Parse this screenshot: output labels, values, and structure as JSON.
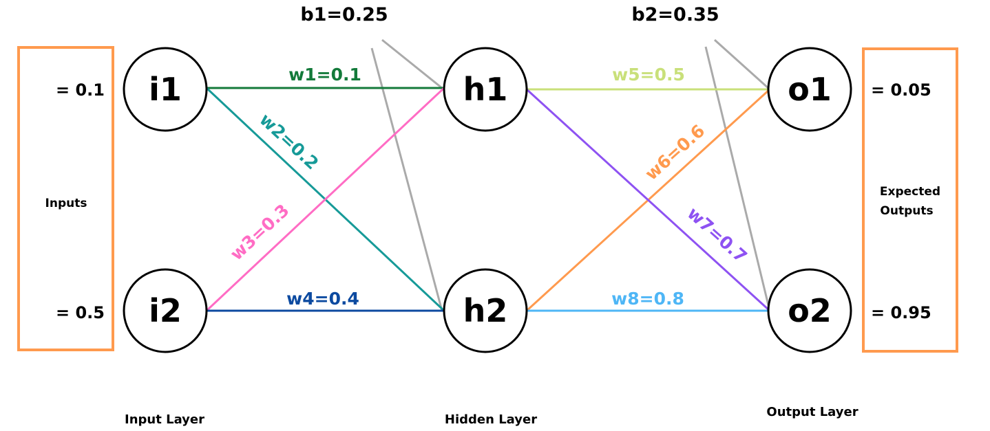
{
  "nodes": {
    "i1": "i1",
    "i2": "i2",
    "h1": "h1",
    "h2": "h2",
    "o1": "o1",
    "o2": "o2"
  },
  "weights": {
    "w1": "w1=0.1",
    "w2": "w2=0.2",
    "w3": "w3=0.3",
    "w4": "w4=0.4",
    "w5": "w5=0.5",
    "w6": "w6=0.6",
    "w7": "w7=0.7",
    "w8": "w8=0.8"
  },
  "biases": {
    "b1": "b1=0.25",
    "b2": "b2=0.35"
  },
  "inputs": {
    "label": "Inputs",
    "i1_value": "= 0.1",
    "i2_value": "= 0.5"
  },
  "outputs": {
    "label_line1": "Expected",
    "label_line2": "Outputs",
    "o1_value": "= 0.05",
    "o2_value": "= 0.95"
  },
  "layers": {
    "input": "Input Layer",
    "hidden": "Hidden Layer",
    "output": "Output Layer"
  },
  "colors": {
    "w1": "#137a3a",
    "w2": "#169a98",
    "w3": "#ff6cc4",
    "w4": "#0c4aa0",
    "w5": "#c9e07a",
    "w6": "#ff9a4e",
    "w7": "#8e52f2",
    "w8": "#4eb6f6",
    "bias_line": "#aaaaaa",
    "box_border": "#ff9a4e"
  }
}
